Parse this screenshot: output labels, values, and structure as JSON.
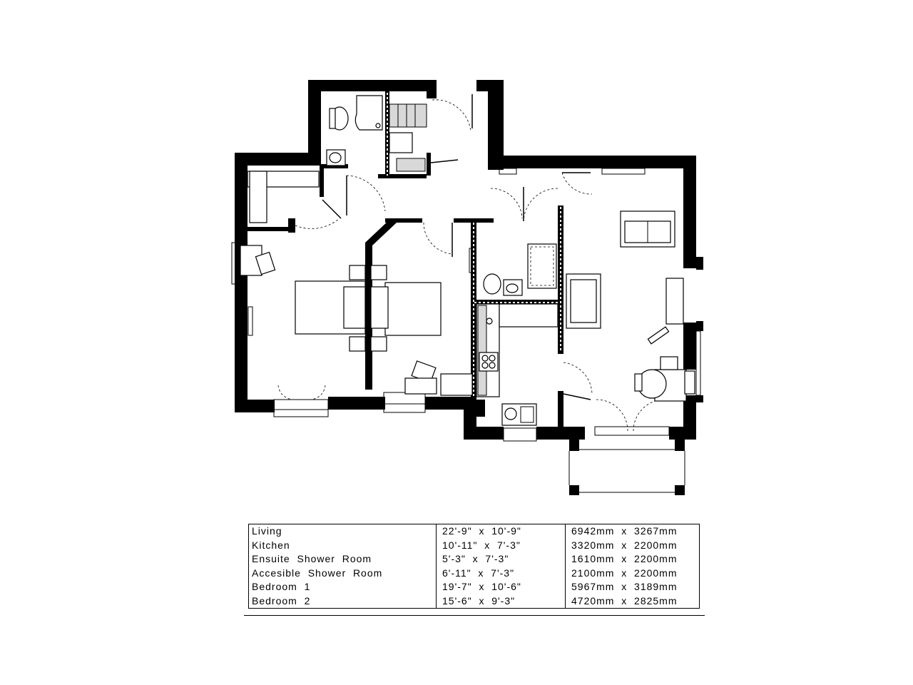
{
  "rooms": [
    {
      "name": "Living",
      "imperial": "22'-9\"  x  10'-9\"",
      "metric": "6942mm  x  3267mm"
    },
    {
      "name": "Kitchen",
      "imperial": "10'-11\"  x  7'-3\"",
      "metric": "3320mm  x  2200mm"
    },
    {
      "name": "Ensuite  Shower  Room",
      "imperial": "5'-3\"  x  7'-3\"",
      "metric": "1610mm  x  2200mm"
    },
    {
      "name": "Accesible  Shower  Room",
      "imperial": "6'-11\"  x  7'-3\"",
      "metric": "2100mm  x  2200mm"
    },
    {
      "name": "Bedroom  1",
      "imperial": "19'-7\"  x  10'-6\"",
      "metric": "5967mm  x  3189mm"
    },
    {
      "name": "Bedroom  2",
      "imperial": "15'-6\"  x  9'-3\"",
      "metric": "4720mm  x  2825mm"
    }
  ]
}
